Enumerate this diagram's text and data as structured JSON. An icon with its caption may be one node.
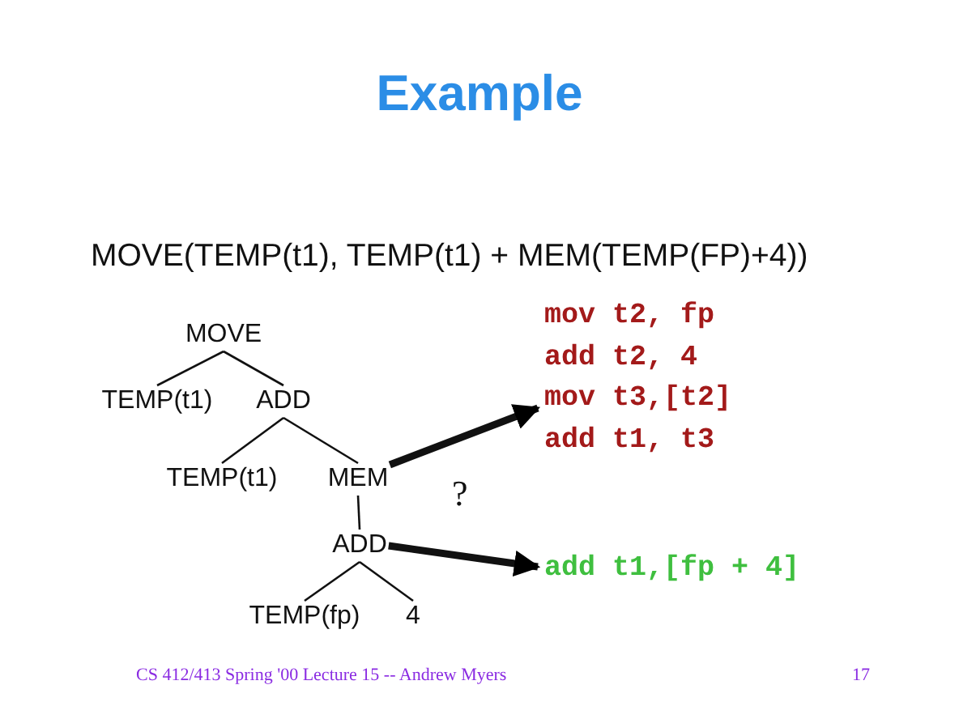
{
  "diagram": {
    "title": "Example",
    "nodes": [
      {
        "text": [
          "MOVE"
        ]
      },
      {
        "text": [
          "TEMP(t1)"
        ]
      },
      {
        "text": [
          "ADD"
        ]
      },
      {
        "text": [
          "TEMP(t1)"
        ]
      },
      {
        "text": [
          "MEM"
        ]
      },
      {
        "text": [
          "ADD"
        ]
      },
      {
        "text": [
          "TEMP(fp)"
        ]
      },
      {
        "text": [
          "4"
        ]
      },
      {
        "text": [
          "mov t2, fp",
          "add t2, 4",
          "mov t3,[t2]",
          "add t1, t3"
        ]
      },
      {
        "text": [
          "add t1,[fp + 4]"
        ]
      }
    ],
    "edges": [
      {
        "from": 0,
        "to": 1,
        "arrow": "none"
      },
      {
        "from": 0,
        "to": 2,
        "arrow": "none"
      },
      {
        "from": 2,
        "to": 3,
        "arrow": "none"
      },
      {
        "from": 2,
        "to": 4,
        "arrow": "none"
      },
      {
        "from": 4,
        "to": 5,
        "arrow": "none"
      },
      {
        "from": 5,
        "to": 6,
        "arrow": "none"
      },
      {
        "from": 5,
        "to": 7,
        "arrow": "none"
      },
      {
        "from": 4,
        "to": 8,
        "arrow": "to",
        "style": "thick"
      },
      {
        "from": 5,
        "to": 9,
        "arrow": "to",
        "style": "thick"
      }
    ],
    "labels": [
      "MOVE(TEMP(t1), TEMP(t1) + MEM(TEMP(FP)+4))",
      "?",
      "CS 412/413 Spring '00 Lecture 15 -- Andrew Myers",
      "17"
    ]
  }
}
